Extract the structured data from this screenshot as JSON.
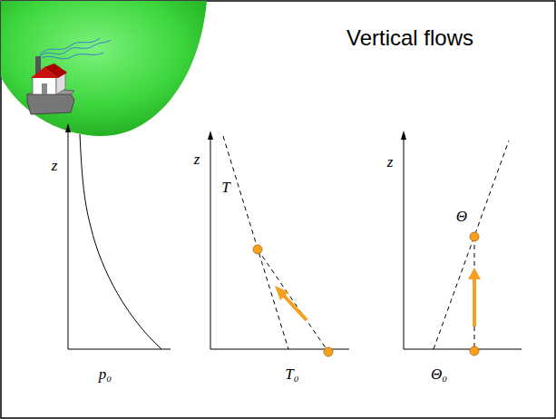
{
  "diagram": {
    "title": "Vertical flows",
    "labels": [
      "z",
      "p₀",
      "z",
      "T",
      "T₀",
      "z",
      "Θ",
      "Θ₀"
    ]
  }
}
